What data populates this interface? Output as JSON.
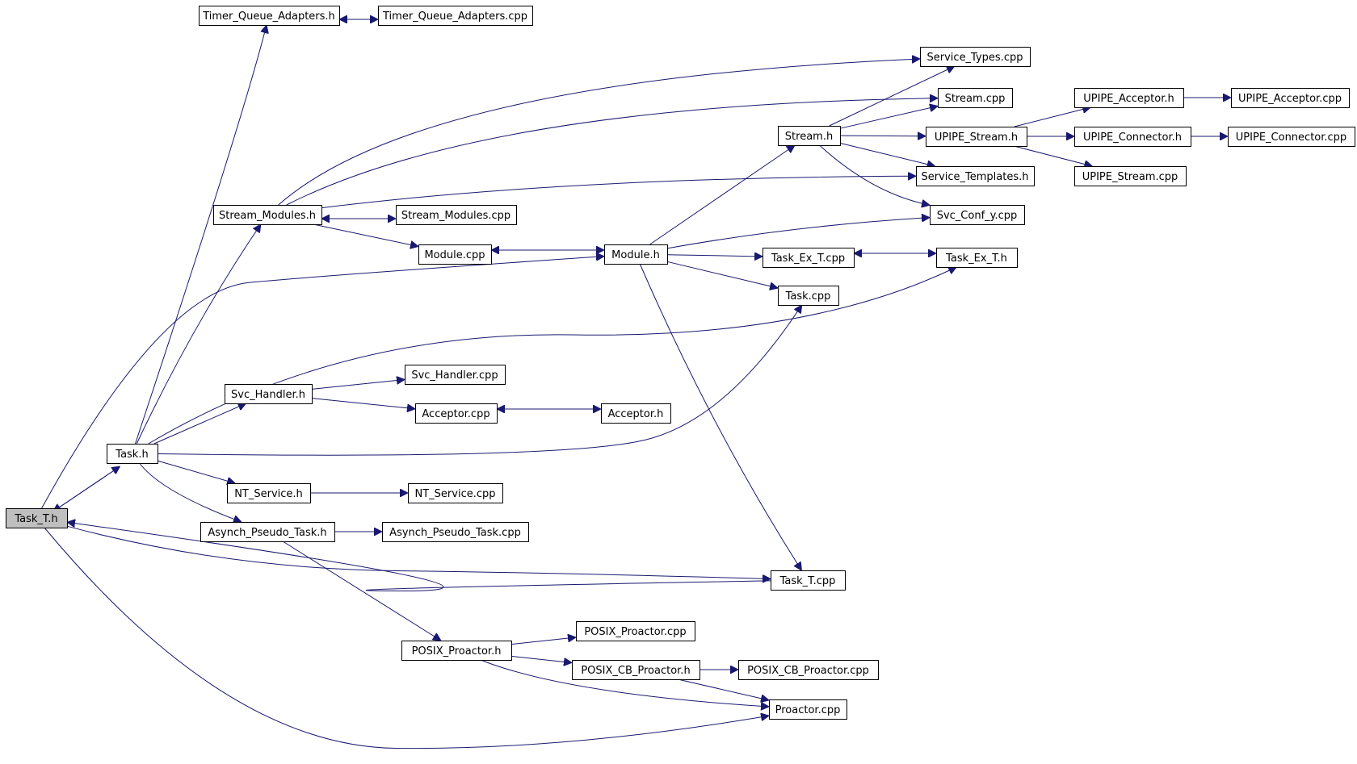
{
  "diagram": {
    "nodes": [
      {
        "id": "timer_queue_adapters_h",
        "label": "Timer_Queue_Adapters.h"
      },
      {
        "id": "timer_queue_adapters_cpp",
        "label": "Timer_Queue_Adapters.cpp"
      },
      {
        "id": "service_types_cpp",
        "label": "Service_Types.cpp"
      },
      {
        "id": "stream_cpp",
        "label": "Stream.cpp"
      },
      {
        "id": "upipe_acceptor_h",
        "label": "UPIPE_Acceptor.h"
      },
      {
        "id": "upipe_acceptor_cpp",
        "label": "UPIPE_Acceptor.cpp"
      },
      {
        "id": "stream_h",
        "label": "Stream.h"
      },
      {
        "id": "upipe_stream_h",
        "label": "UPIPE_Stream.h"
      },
      {
        "id": "upipe_connector_h",
        "label": "UPIPE_Connector.h"
      },
      {
        "id": "upipe_connector_cpp",
        "label": "UPIPE_Connector.cpp"
      },
      {
        "id": "service_templates_h",
        "label": "Service_Templates.h"
      },
      {
        "id": "upipe_stream_cpp",
        "label": "UPIPE_Stream.cpp"
      },
      {
        "id": "stream_modules_h",
        "label": "Stream_Modules.h"
      },
      {
        "id": "stream_modules_cpp",
        "label": "Stream_Modules.cpp"
      },
      {
        "id": "svc_conf_y_cpp",
        "label": "Svc_Conf_y.cpp"
      },
      {
        "id": "module_cpp",
        "label": "Module.cpp"
      },
      {
        "id": "module_h",
        "label": "Module.h"
      },
      {
        "id": "task_ex_t_cpp",
        "label": "Task_Ex_T.cpp"
      },
      {
        "id": "task_ex_t_h",
        "label": "Task_Ex_T.h"
      },
      {
        "id": "task_cpp",
        "label": "Task.cpp"
      },
      {
        "id": "svc_handler_cpp",
        "label": "Svc_Handler.cpp"
      },
      {
        "id": "svc_handler_h",
        "label": "Svc_Handler.h"
      },
      {
        "id": "acceptor_cpp",
        "label": "Acceptor.cpp"
      },
      {
        "id": "acceptor_h",
        "label": "Acceptor.h"
      },
      {
        "id": "task_h",
        "label": "Task.h"
      },
      {
        "id": "nt_service_h",
        "label": "NT_Service.h"
      },
      {
        "id": "nt_service_cpp",
        "label": "NT_Service.cpp"
      },
      {
        "id": "task_t_h",
        "label": "Task_T.h",
        "root": true
      },
      {
        "id": "asynch_pseudo_task_h",
        "label": "Asynch_Pseudo_Task.h"
      },
      {
        "id": "asynch_pseudo_task_cpp",
        "label": "Asynch_Pseudo_Task.cpp"
      },
      {
        "id": "task_t_cpp",
        "label": "Task_T.cpp"
      },
      {
        "id": "posix_proactor_cpp",
        "label": "POSIX_Proactor.cpp"
      },
      {
        "id": "posix_proactor_h",
        "label": "POSIX_Proactor.h"
      },
      {
        "id": "posix_cb_proactor_h",
        "label": "POSIX_CB_Proactor.h"
      },
      {
        "id": "posix_cb_proactor_cpp",
        "label": "POSIX_CB_Proactor.cpp"
      },
      {
        "id": "proactor_cpp",
        "label": "Proactor.cpp"
      }
    ],
    "edges": [
      {
        "from": "timer_queue_adapters_h",
        "to": "timer_queue_adapters_cpp"
      },
      {
        "from": "timer_queue_adapters_cpp",
        "to": "timer_queue_adapters_h"
      },
      {
        "from": "task_h",
        "to": "timer_queue_adapters_h"
      },
      {
        "from": "stream_modules_h",
        "to": "service_types_cpp"
      },
      {
        "from": "stream_modules_h",
        "to": "stream_cpp"
      },
      {
        "from": "stream_modules_h",
        "to": "service_templates_h"
      },
      {
        "from": "stream_modules_h",
        "to": "stream_modules_cpp"
      },
      {
        "from": "stream_modules_cpp",
        "to": "stream_modules_h"
      },
      {
        "from": "stream_modules_h",
        "to": "module_cpp"
      },
      {
        "from": "task_h",
        "to": "stream_modules_h"
      },
      {
        "from": "stream_h",
        "to": "service_types_cpp"
      },
      {
        "from": "stream_h",
        "to": "stream_cpp"
      },
      {
        "from": "stream_h",
        "to": "upipe_stream_h"
      },
      {
        "from": "stream_h",
        "to": "service_templates_h"
      },
      {
        "from": "stream_h",
        "to": "svc_conf_y_cpp"
      },
      {
        "from": "upipe_stream_h",
        "to": "upipe_acceptor_h"
      },
      {
        "from": "upipe_stream_h",
        "to": "upipe_connector_h"
      },
      {
        "from": "upipe_stream_h",
        "to": "upipe_stream_cpp"
      },
      {
        "from": "upipe_acceptor_h",
        "to": "upipe_acceptor_cpp"
      },
      {
        "from": "upipe_connector_h",
        "to": "upipe_connector_cpp"
      },
      {
        "from": "module_h",
        "to": "stream_h"
      },
      {
        "from": "module_h",
        "to": "svc_conf_y_cpp"
      },
      {
        "from": "module_h",
        "to": "module_cpp"
      },
      {
        "from": "module_cpp",
        "to": "module_h"
      },
      {
        "from": "module_h",
        "to": "task_ex_t_cpp"
      },
      {
        "from": "module_h",
        "to": "task_cpp"
      },
      {
        "from": "module_h",
        "to": "task_t_cpp"
      },
      {
        "from": "task_ex_t_cpp",
        "to": "task_ex_t_h"
      },
      {
        "from": "task_ex_t_h",
        "to": "task_ex_t_cpp"
      },
      {
        "from": "task_t_h",
        "to": "module_h"
      },
      {
        "from": "task_h",
        "to": "task_ex_t_h"
      },
      {
        "from": "task_h",
        "to": "task_cpp"
      },
      {
        "from": "task_h",
        "to": "svc_handler_h"
      },
      {
        "from": "task_h",
        "to": "nt_service_h"
      },
      {
        "from": "task_h",
        "to": "asynch_pseudo_task_h"
      },
      {
        "from": "svc_handler_h",
        "to": "svc_handler_cpp"
      },
      {
        "from": "svc_handler_h",
        "to": "acceptor_cpp"
      },
      {
        "from": "acceptor_cpp",
        "to": "acceptor_h"
      },
      {
        "from": "acceptor_h",
        "to": "acceptor_cpp"
      },
      {
        "from": "nt_service_h",
        "to": "nt_service_cpp"
      },
      {
        "from": "asynch_pseudo_task_h",
        "to": "asynch_pseudo_task_cpp"
      },
      {
        "from": "asynch_pseudo_task_h",
        "to": "posix_proactor_h"
      },
      {
        "from": "posix_proactor_h",
        "to": "posix_proactor_cpp"
      },
      {
        "from": "posix_proactor_h",
        "to": "posix_cb_proactor_h"
      },
      {
        "from": "posix_proactor_h",
        "to": "proactor_cpp"
      },
      {
        "from": "posix_cb_proactor_h",
        "to": "posix_cb_proactor_cpp"
      },
      {
        "from": "posix_cb_proactor_h",
        "to": "proactor_cpp"
      },
      {
        "from": "task_t_h",
        "to": "task_h"
      },
      {
        "from": "task_h",
        "to": "task_t_h"
      },
      {
        "from": "task_t_h",
        "to": "task_t_cpp"
      },
      {
        "from": "task_t_cpp",
        "to": "task_t_h"
      },
      {
        "from": "task_t_h",
        "to": "proactor_cpp"
      }
    ]
  },
  "colors": {
    "edge": "#191970",
    "root_fill": "#bfbfbf",
    "node_fill": "#ffffff",
    "node_border": "#000000"
  }
}
